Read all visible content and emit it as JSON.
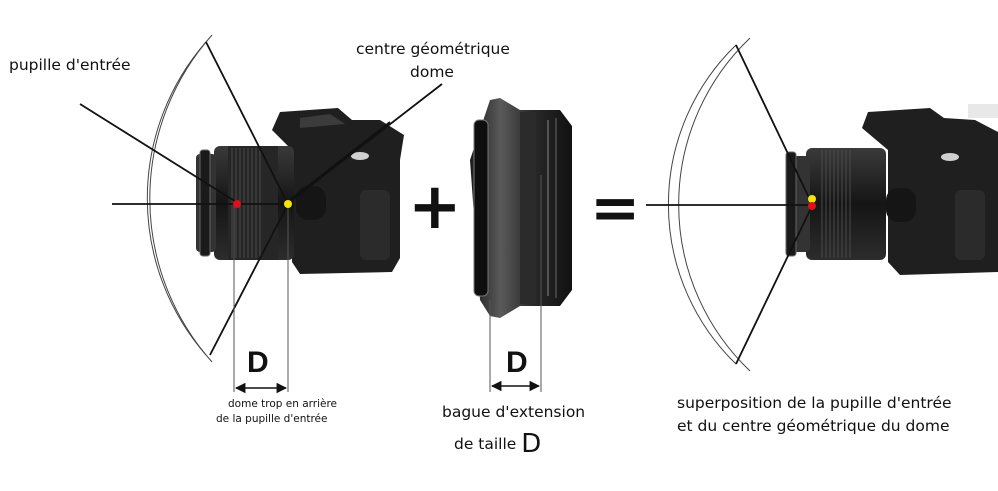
{
  "labels": {
    "entrance_pupil": "pupille d'entrée",
    "geo_center_line1": "centre géométrique",
    "geo_center_line2": "dome",
    "dim_letter_left": "D",
    "dim_letter_mid": "D",
    "dome_note_line1": "dome trop en arrière",
    "dome_note_line2": "de la pupille d'entrée",
    "ring_line1": "bague d'extension",
    "ring_line2_prefix": "de taille",
    "ring_line2_letter": "D",
    "result_line1": "superposition de la pupille d'entrée",
    "result_line2": "et du centre géométrique du dome",
    "plus_sign": "+",
    "equals_sign": "="
  },
  "colors": {
    "pupil_dot": "#e0101a",
    "center_dot": "#f2e600",
    "camera_body": "#1d1d1d",
    "dome_line": "#333333"
  }
}
